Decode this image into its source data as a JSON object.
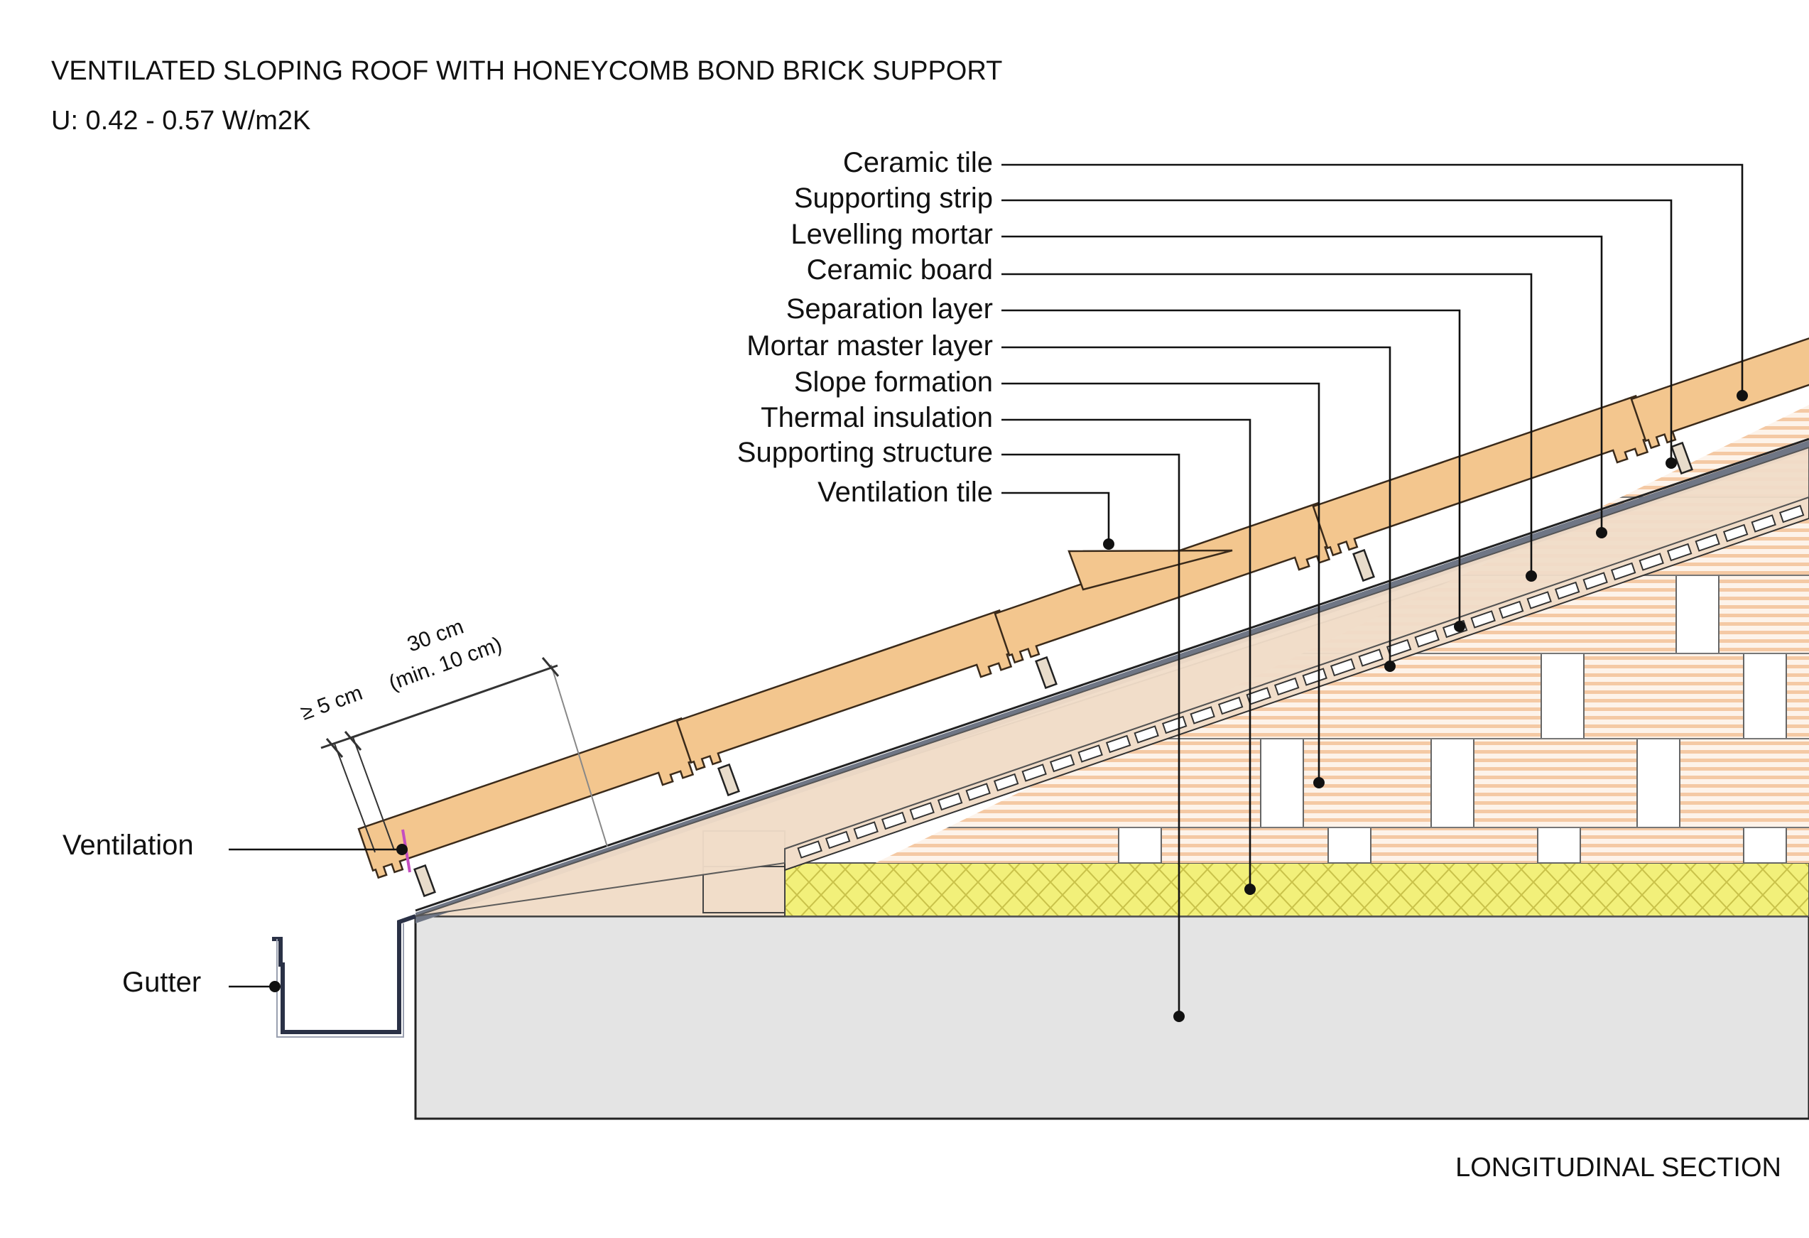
{
  "title": "VENTILATED SLOPING ROOF WITH HONEYCOMB BOND BRICK SUPPORT",
  "subtitle": "U: 0.42 - 0.57 W/m2K",
  "section_label": "LONGITUDINAL SECTION",
  "labels": {
    "ceramic_tile": "Ceramic tile",
    "supporting_strip": "Supporting strip",
    "levelling_mortar": "Levelling mortar",
    "ceramic_board": "Ceramic board",
    "separation_layer": "Separation layer",
    "mortar_master_layer": "Mortar master layer",
    "slope_formation": "Slope formation",
    "thermal_insulation": "Thermal insulation",
    "supporting_structure": "Supporting structure",
    "ventilation_tile": "Ventilation tile",
    "ventilation": "Ventilation",
    "gutter": "Gutter"
  },
  "dimensions": {
    "overhang": "≥ 5 cm",
    "tile_length": "30 cm",
    "tile_length_min": "(min. 10 cm)"
  },
  "colors": {
    "tile": "#f3c68e",
    "tile_stroke": "#3a2a1a",
    "slope_fill": "#f1ddc9",
    "brick_stripe": "#f4c9a4",
    "insulation": "#f2f07a",
    "insulation_pattern": "#c9c24a",
    "concrete": "#e4e4e4",
    "metal": "#6f7685",
    "gutter": "#2a3146",
    "ventilation_mark": "#c44ec0"
  }
}
